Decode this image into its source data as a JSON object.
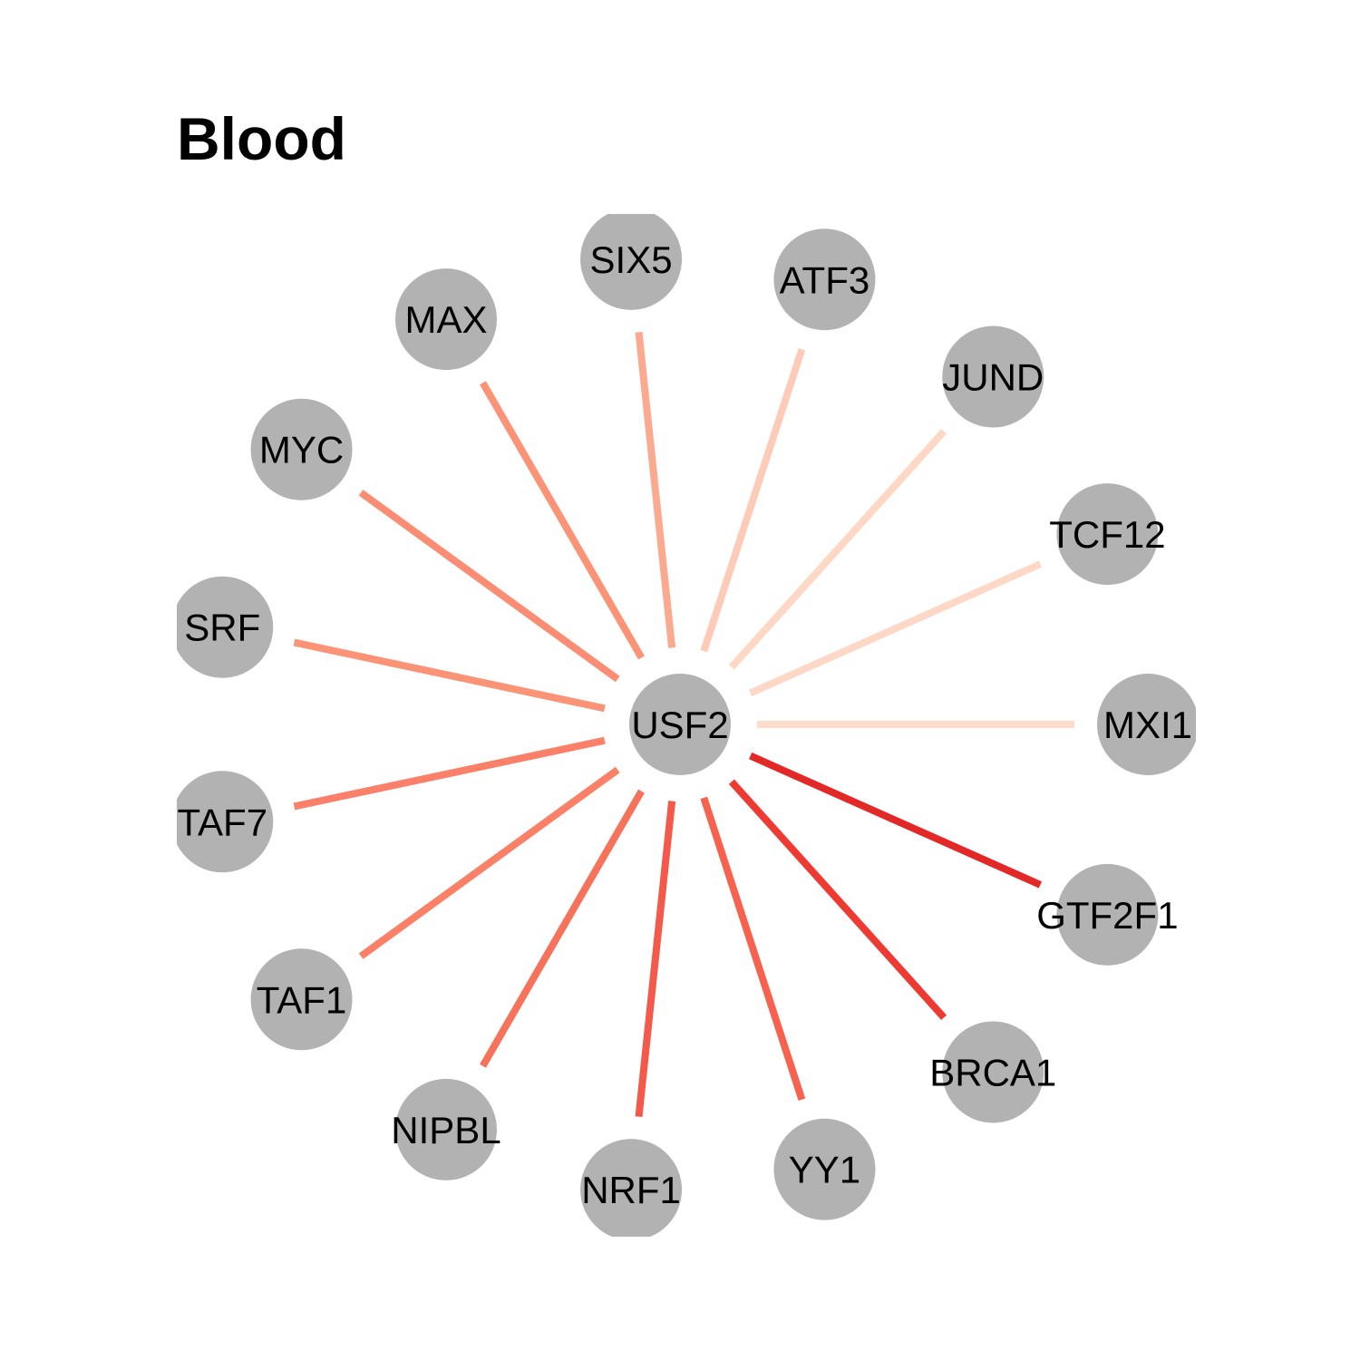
{
  "title": "Blood",
  "colors": {
    "node_fill": "#b2b2b2",
    "label": "#000000",
    "background": "#ffffff"
  },
  "network": {
    "center": {
      "id": "USF2",
      "label": "USF2"
    },
    "nodes": [
      {
        "id": "SIX5",
        "label": "SIX5",
        "edge_color": "#fba98f"
      },
      {
        "id": "ATF3",
        "label": "ATF3",
        "edge_color": "#fdcbb7"
      },
      {
        "id": "JUND",
        "label": "JUND",
        "edge_color": "#fed7c5"
      },
      {
        "id": "TCF12",
        "label": "TCF12",
        "edge_color": "#fed8c7"
      },
      {
        "id": "MXI1",
        "label": "MXI1",
        "edge_color": "#fedccc"
      },
      {
        "id": "GTF2F1",
        "label": "GTF2F1",
        "edge_color": "#e32828"
      },
      {
        "id": "BRCA1",
        "label": "BRCA1",
        "edge_color": "#ed3b33"
      },
      {
        "id": "YY1",
        "label": "YY1",
        "edge_color": "#f6624e"
      },
      {
        "id": "NRF1",
        "label": "NRF1",
        "edge_color": "#f4594a"
      },
      {
        "id": "NIPBL",
        "label": "NIPBL",
        "edge_color": "#f7725b"
      },
      {
        "id": "TAF1",
        "label": "TAF1",
        "edge_color": "#fa8067"
      },
      {
        "id": "TAF7",
        "label": "TAF7",
        "edge_color": "#fa806a"
      },
      {
        "id": "SRF",
        "label": "SRF",
        "edge_color": "#fb9377"
      },
      {
        "id": "MYC",
        "label": "MYC",
        "edge_color": "#fa8d73"
      },
      {
        "id": "MAX",
        "label": "MAX",
        "edge_color": "#fb9377"
      }
    ]
  }
}
